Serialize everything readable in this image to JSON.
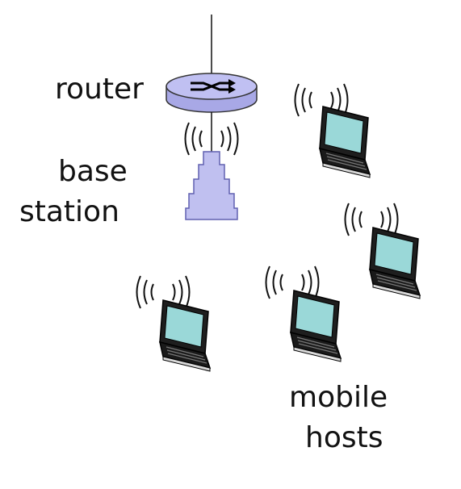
{
  "labels": {
    "router": "router",
    "base_station_line1": "base",
    "base_station_line2": "station",
    "mobile_hosts_line1": "mobile",
    "mobile_hosts_line2": "hosts"
  },
  "icons": {
    "router": "router-icon",
    "tower": "base-station-tower-icon",
    "laptop": "laptop-icon",
    "wireless": "wireless-signal-icon"
  },
  "colors": {
    "router_fill": "#b4b4ee",
    "tower_fill": "#c0c0f0",
    "screen_fill": "#9ad8d8",
    "outline": "#000000"
  }
}
